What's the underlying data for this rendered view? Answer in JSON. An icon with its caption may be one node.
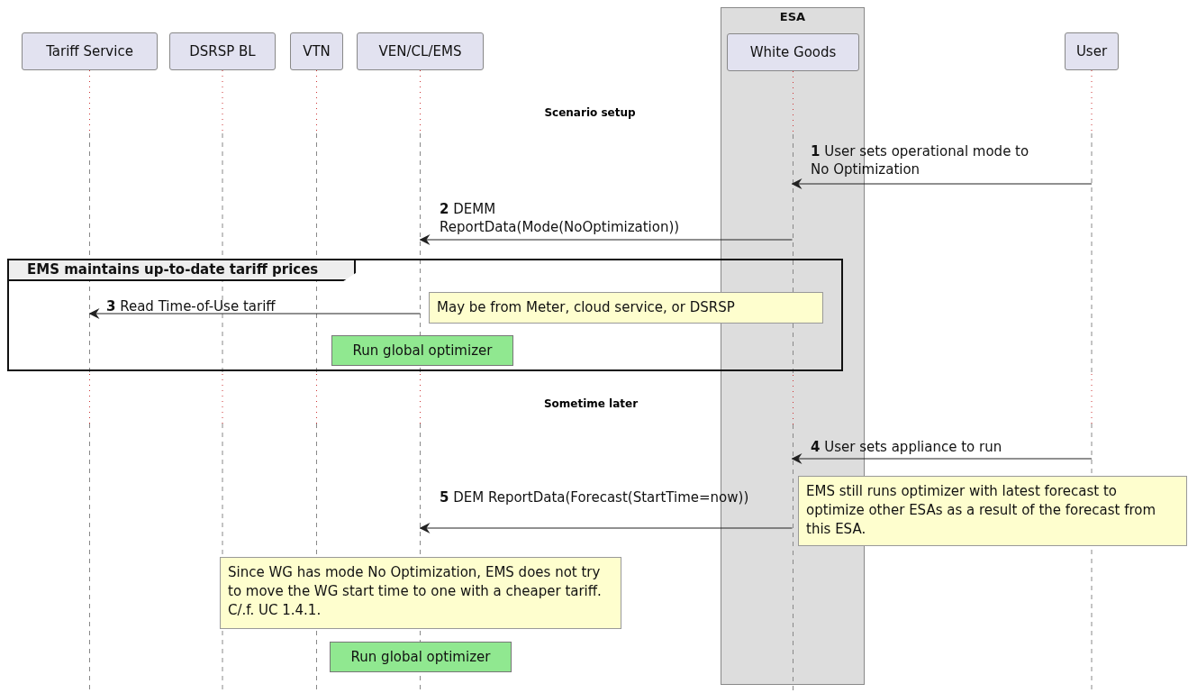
{
  "diagram": {
    "nodes": [
      {
        "text": [
          "Tariff Service"
        ]
      },
      {
        "text": [
          "DSRSP BL"
        ]
      },
      {
        "text": [
          "VTN"
        ]
      },
      {
        "text": [
          "VEN/CL/EMS"
        ]
      },
      {
        "text": [
          "ESA"
        ]
      },
      {
        "text": [
          "White Goods"
        ],
        "in": 4
      },
      {
        "text": [
          "User"
        ]
      },
      {
        "text": [
          "EMS maintains up-to-date tariff prices"
        ]
      },
      {
        "text": [
          "May be from Meter, cloud service, or DSRSP"
        ],
        "in": 7
      },
      {
        "text": [
          "Run global optimizer"
        ],
        "in": 7
      },
      {
        "text": [
          "EMS still runs optimizer with latest forecast to optimize other ESAs as a result of the forecast from this ESA."
        ]
      },
      {
        "text": [
          "Since WG has mode No Optimization, EMS does not try to move the WG start time to one with a cheaper tariff. C/.f. UC 1.4.1."
        ]
      },
      {
        "text": [
          "Run global optimizer"
        ]
      }
    ],
    "edges": [
      {
        "from": 6,
        "to": 5,
        "arrow": "to",
        "label": "**1** User sets operational mode to No Optimization"
      },
      {
        "from": 5,
        "to": 3,
        "arrow": "to",
        "label": "**2** DEMM ReportData(Mode(NoOptimization))"
      },
      {
        "from": 3,
        "to": 0,
        "arrow": "to",
        "label": "**3** Read Time-of-Use tariff"
      },
      {
        "from": 6,
        "to": 5,
        "arrow": "to",
        "label": "**4** User sets appliance to run"
      },
      {
        "from": 5,
        "to": 3,
        "arrow": "to",
        "label": "**5** DEM ReportData(Forecast(StartTime=now))"
      }
    ],
    "labels": [
      "Scenario setup",
      "Sometime later"
    ]
  }
}
